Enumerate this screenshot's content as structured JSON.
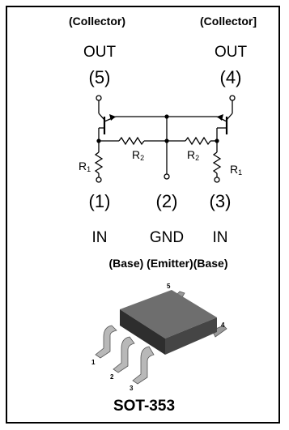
{
  "left_transistor": {
    "collector_label": "(Collector)",
    "out_label": "OUT",
    "pin_label": "(5)"
  },
  "right_transistor": {
    "collector_label": "(Collector]",
    "out_label": "OUT",
    "pin_label": "(4)"
  },
  "resistors": {
    "r1_left": "R",
    "r1_left_sub": "1",
    "r2_left": "R",
    "r2_left_sub": "2",
    "r2_right": "R",
    "r2_right_sub": "2",
    "r1_right": "R",
    "r1_right_sub": "1"
  },
  "pins": {
    "p1": "(1)",
    "p2": "(2)",
    "p3": "(3)"
  },
  "functions": {
    "f1": "IN",
    "f2": "GND",
    "f3": "IN"
  },
  "terminals": "(Base) (Emitter)(Base)",
  "package": {
    "name": "SOT-353",
    "lead1": "1",
    "lead2": "2",
    "lead3": "3",
    "lead4": "4",
    "lead5": "5"
  }
}
